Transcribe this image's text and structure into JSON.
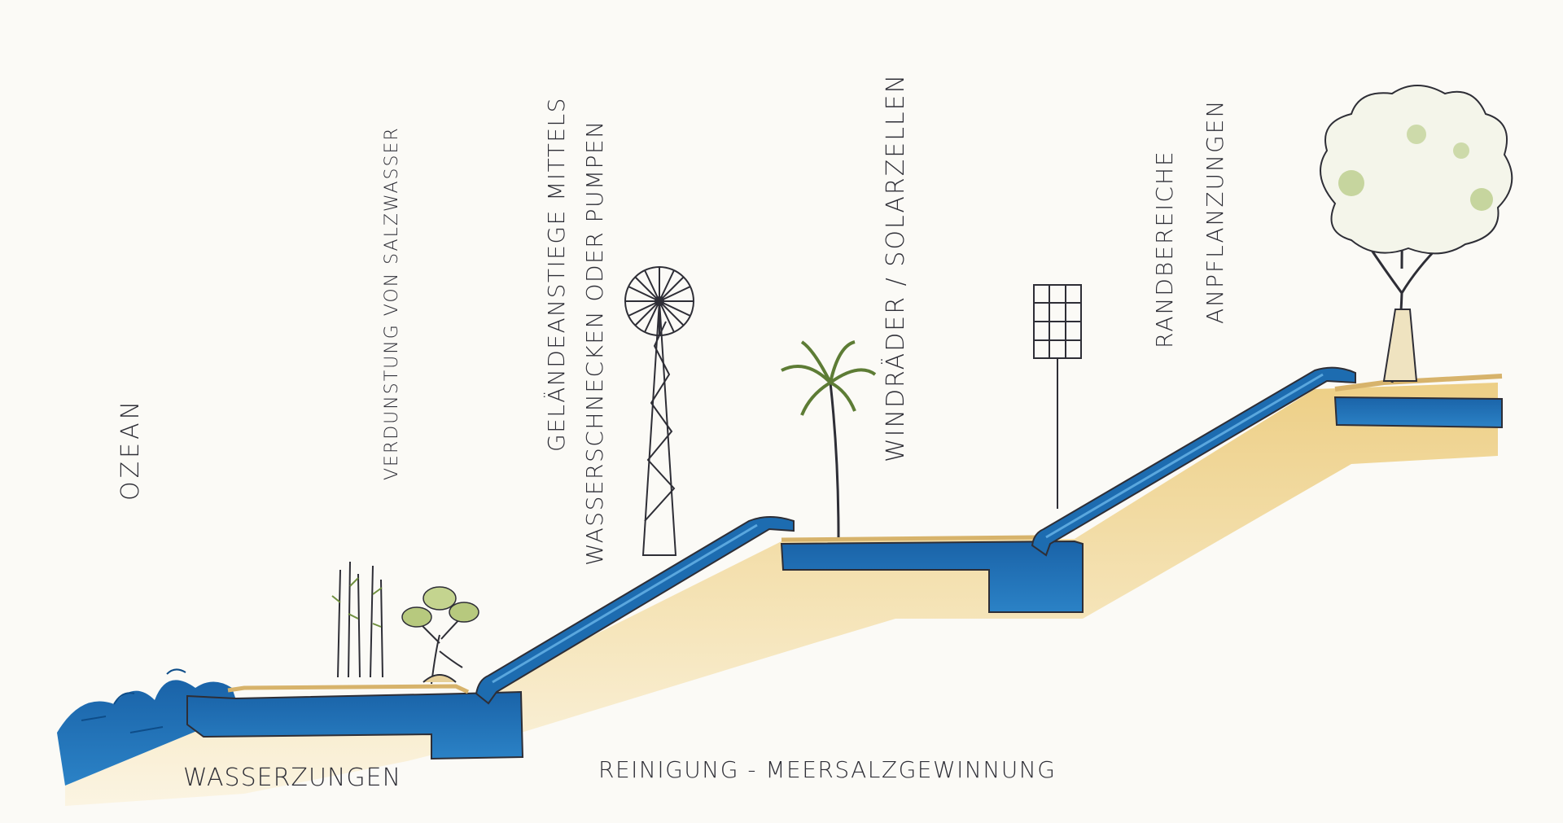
{
  "labels": {
    "ozean": "OZEAN",
    "verdunstung": "VERDUNSTUNG VON SALZWASSER",
    "gelaende_1": "GELÄNDEANSTIEGE MITTELS",
    "gelaende_2": "WASSERSCHNECKEN ODER PUMPEN",
    "windraeder": "WINDRÄDER / SOLARZELLEN",
    "rand_1": "RANDBEREICHE",
    "rand_2": "ANPFLANZUNGEN",
    "wasserzungen": "WASSERZUNGEN",
    "reinigung": "REINIGUNG - MEERSALZGEWINNUNG"
  },
  "colors": {
    "water": "#1f6fb3",
    "water_light": "#3a8fd0",
    "soil": "#f1d89a",
    "ink": "#2e2e36",
    "foliage": "#a6c06a",
    "paper": "#fbfaf6"
  }
}
